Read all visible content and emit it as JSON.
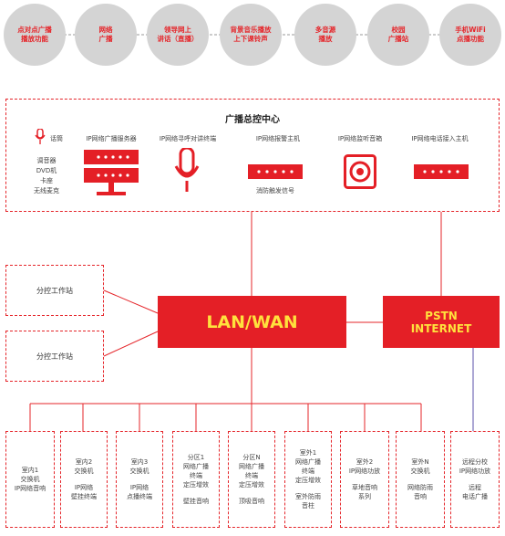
{
  "top_features": [
    "点对点广播\n播放功能",
    "网络\n广播",
    "领导网上\n讲话（直播）",
    "背景音乐播放\n上下课铃声",
    "多音源\n播放",
    "校园\n广播站",
    "手机WiFi\n点播功能"
  ],
  "center": {
    "title": "广播总控中心",
    "mic_label": "话筒",
    "sources": "调音器\nDVD机\n卡座\n无线麦克",
    "devices": [
      "IP网络广播服务器",
      "IP网络寻呼对讲终端",
      "IP网络报警主机",
      "IP网络监听音箱",
      "IP网络电话接入主机"
    ],
    "alarm_sub": "消防触发信号"
  },
  "workstations": [
    "分控工作站",
    "分控工作站"
  ],
  "network": {
    "lan": "LAN/WAN",
    "pstn": "PSTN\nINTERNET"
  },
  "terminals": [
    [
      "室内1\n交换机\nIP网络音响"
    ],
    [
      "室内2\n交换机",
      "IP网络\n壁挂终端"
    ],
    [
      "室内3\n交换机",
      "IP网络\n点播终端"
    ],
    [
      "分区1\n网络广播\n终端\n定压增效",
      "壁挂音响"
    ],
    [
      "分区N\n网络广播\n终端\n定压增效",
      "顶吸音响"
    ],
    [
      "室外1\n网络广播\n终端\n定压增效",
      "室外防雨\n音柱"
    ],
    [
      "室外2\nIP网络功放",
      "草地音响\n系列"
    ],
    [
      "室外N\n交换机",
      "网络防雨\n音响"
    ],
    [
      "远程分校\nIP网络功放",
      "远程\n电话广播"
    ]
  ],
  "colors": {
    "red": "#e41f26",
    "yellow": "#ffe13d",
    "grey": "#d4d4d4"
  },
  "icons": [
    "microphone-icon",
    "server-icon",
    "paging-mic-icon",
    "alarm-host-icon",
    "speaker-icon",
    "phone-host-icon"
  ]
}
